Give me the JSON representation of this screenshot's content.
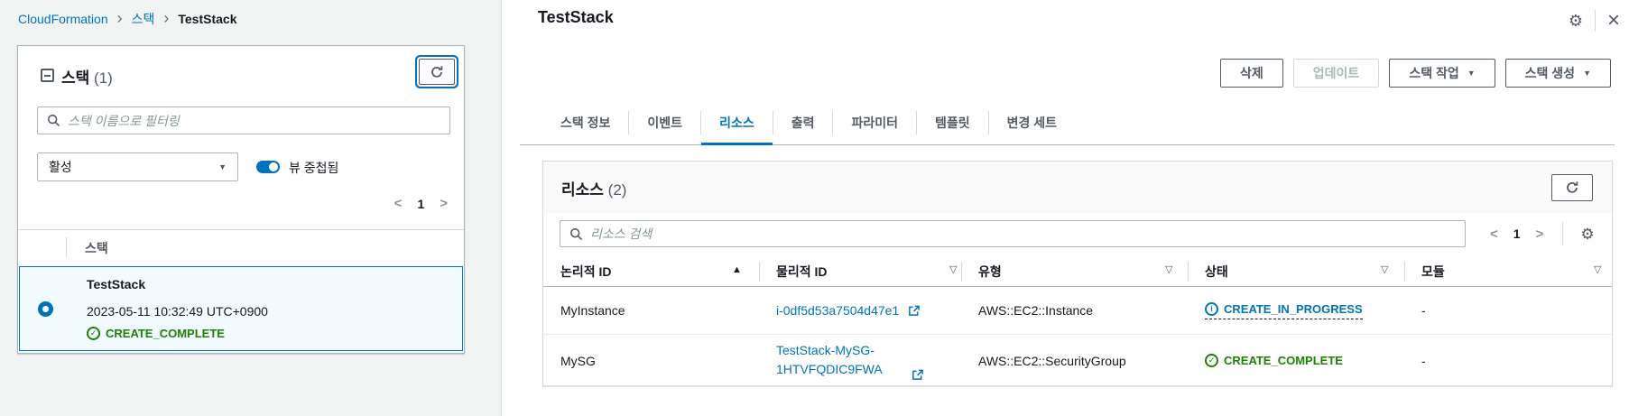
{
  "breadcrumb": {
    "items": [
      "CloudFormation",
      "스택",
      "TestStack"
    ]
  },
  "stacks_panel": {
    "title": "스택",
    "count": "(1)",
    "filter_placeholder": "스택 이름으로 필터링",
    "status_filter_value": "활성",
    "nested_view_label": "뷰 중첩됨",
    "nested_view_enabled": true,
    "page": "1",
    "column_header": "스택",
    "stack": {
      "name": "TestStack",
      "created": "2023-05-11 10:32:49 UTC+0900",
      "status": "CREATE_COMPLETE"
    }
  },
  "detail": {
    "title": "TestStack",
    "actions": {
      "delete": "삭제",
      "update": "업데이트",
      "stack_actions": "스택 작업",
      "create_stack": "스택 생성"
    },
    "tabs": [
      "스택 정보",
      "이벤트",
      "리소스",
      "출력",
      "파라미터",
      "템플릿",
      "변경 세트"
    ],
    "active_tab": "리소스",
    "resources": {
      "title": "리소스",
      "count": "(2)",
      "search_placeholder": "리소스 검색",
      "page": "1",
      "columns": [
        "논리적 ID",
        "물리적 ID",
        "유형",
        "상태",
        "모듈"
      ],
      "sort_column": "논리적 ID",
      "sort_direction": "asc",
      "rows": [
        {
          "logical_id": "MyInstance",
          "physical_id": "i-0df5d53a7504d47e1",
          "type": "AWS::EC2::Instance",
          "status": "CREATE_IN_PROGRESS",
          "status_kind": "in-progress",
          "module": "-"
        },
        {
          "logical_id": "MySG",
          "physical_id": "TestStack-MySG-1HTVFQDIC9FWA",
          "type": "AWS::EC2::SecurityGroup",
          "status": "CREATE_COMPLETE",
          "status_kind": "complete",
          "module": "-"
        }
      ]
    }
  },
  "icons": {
    "gear": "⚙",
    "close": "×",
    "caret_down": "▼",
    "sort_asc": "▲",
    "sort_desc": "▽",
    "prev": "<",
    "next": ">",
    "check": "✓",
    "info": "i",
    "breadcrumb_sep": "›"
  },
  "colors": {
    "link_blue": "#0073bb",
    "success_green": "#1d8102",
    "in_progress_blue": "#0073bb",
    "selected_row_bg": "#f1faff",
    "page_bg": "#f2f3f3"
  }
}
